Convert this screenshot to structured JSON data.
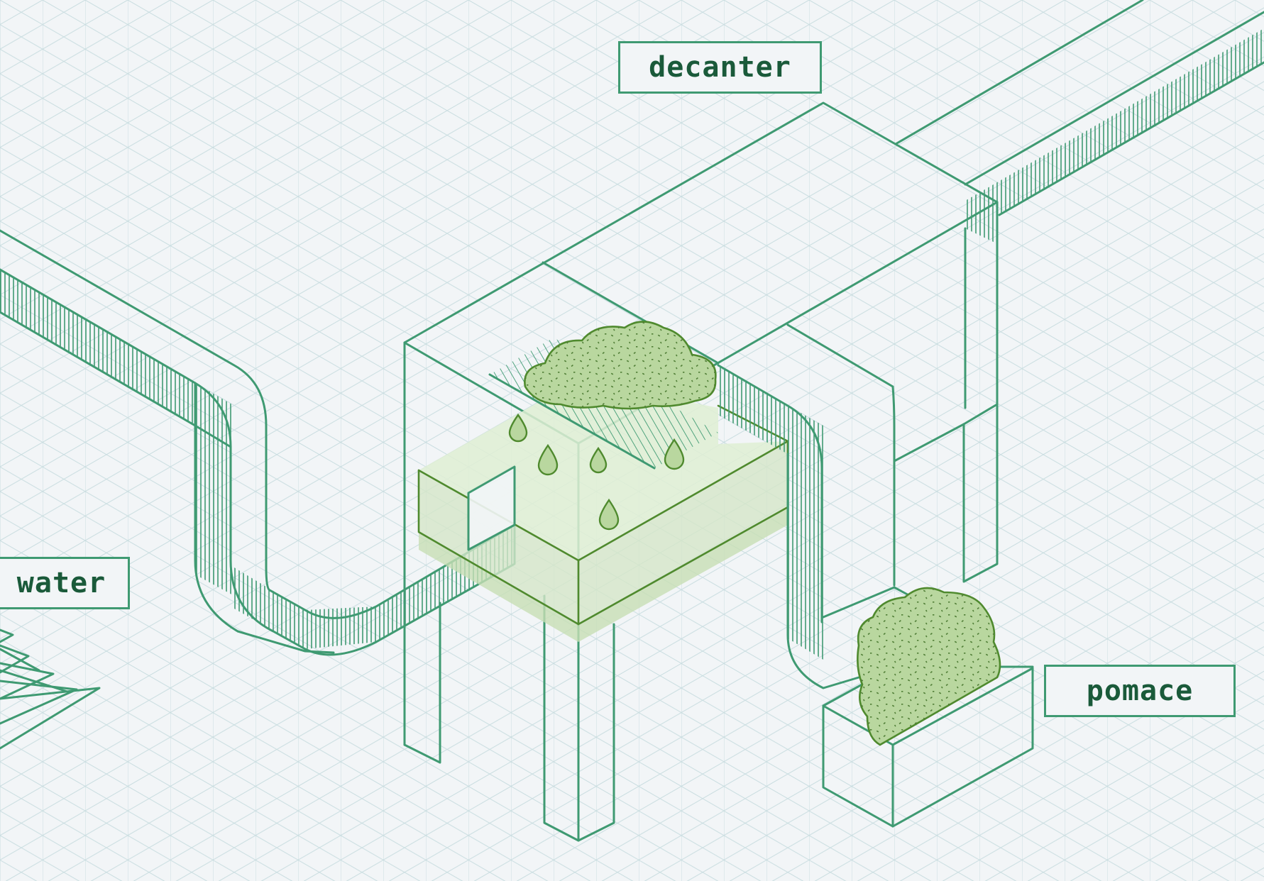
{
  "labels": {
    "decanter": "decanter",
    "water": "water",
    "pomace": "pomace"
  },
  "colors": {
    "background": "#f2f5f7",
    "grid": "#c9dde0",
    "outline": "#3f9a72",
    "fill_light": "#d4e6c8",
    "fill_medium": "#b9d79f",
    "fill_dark_edge": "#4f8a2e",
    "text": "#1a5a3a"
  },
  "icons": [
    "water-droplet-icon",
    "olive-paste-mound",
    "pomace-pile",
    "grate-hatching"
  ]
}
